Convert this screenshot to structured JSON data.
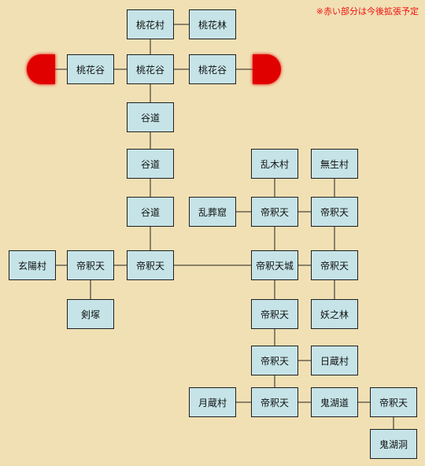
{
  "note": "※赤い部分は今後拡張予定",
  "nodes": [
    {
      "id": "n01",
      "label": "桃花村",
      "col": 2,
      "row": 0
    },
    {
      "id": "n02",
      "label": "桃花林",
      "col": 3,
      "row": 0
    },
    {
      "id": "n03",
      "label": "桃花谷",
      "col": 1,
      "row": 1
    },
    {
      "id": "n04",
      "label": "桃花谷",
      "col": 2,
      "row": 1
    },
    {
      "id": "n05",
      "label": "桃花谷",
      "col": 3,
      "row": 1
    },
    {
      "id": "n06",
      "label": "谷道",
      "col": 2,
      "row": 2
    },
    {
      "id": "n07",
      "label": "谷道",
      "col": 2,
      "row": 3
    },
    {
      "id": "n08",
      "label": "乱木村",
      "col": 4,
      "row": 3
    },
    {
      "id": "n09",
      "label": "無生村",
      "col": 5,
      "row": 3
    },
    {
      "id": "n10",
      "label": "谷道",
      "col": 2,
      "row": 4
    },
    {
      "id": "n11",
      "label": "乱葬窟",
      "col": 3,
      "row": 4
    },
    {
      "id": "n12",
      "label": "帝釈天",
      "col": 4,
      "row": 4
    },
    {
      "id": "n13",
      "label": "帝釈天",
      "col": 5,
      "row": 4
    },
    {
      "id": "n14",
      "label": "玄陽村",
      "col": 0,
      "row": 5
    },
    {
      "id": "n15",
      "label": "帝釈天",
      "col": 1,
      "row": 5
    },
    {
      "id": "n16",
      "label": "帝釈天",
      "col": 2,
      "row": 5
    },
    {
      "id": "n17",
      "label": "帝釈天城",
      "col": 4,
      "row": 5
    },
    {
      "id": "n18",
      "label": "帝釈天",
      "col": 5,
      "row": 5
    },
    {
      "id": "n19",
      "label": "剣塚",
      "col": 1,
      "row": 6
    },
    {
      "id": "n20",
      "label": "帝釈天",
      "col": 4,
      "row": 6
    },
    {
      "id": "n21",
      "label": "妖之林",
      "col": 5,
      "row": 6
    },
    {
      "id": "n22",
      "label": "帝釈天",
      "col": 4,
      "row": 7
    },
    {
      "id": "n23",
      "label": "日蔵村",
      "col": 5,
      "row": 7
    },
    {
      "id": "n24",
      "label": "月蔵村",
      "col": 3,
      "row": 8
    },
    {
      "id": "n25",
      "label": "帝釈天",
      "col": 4,
      "row": 8
    },
    {
      "id": "n26",
      "label": "鬼湖道",
      "col": 5,
      "row": 8
    },
    {
      "id": "n27",
      "label": "帝釈天",
      "col": 6,
      "row": 8
    },
    {
      "id": "n28",
      "label": "鬼湖洞",
      "col": 6,
      "row": 9
    }
  ],
  "expansion_areas": [
    {
      "id": "red-left",
      "side": "left",
      "attached_to": "n03"
    },
    {
      "id": "red-right",
      "side": "right",
      "attached_to": "n05"
    }
  ],
  "links": [
    [
      "n01",
      "n02"
    ],
    [
      "n01",
      "n04"
    ],
    [
      "red-left",
      "n03"
    ],
    [
      "n03",
      "n04"
    ],
    [
      "n04",
      "n05"
    ],
    [
      "n05",
      "red-right"
    ],
    [
      "n04",
      "n06"
    ],
    [
      "n06",
      "n07"
    ],
    [
      "n07",
      "n10"
    ],
    [
      "n10",
      "n16"
    ],
    [
      "n08",
      "n12"
    ],
    [
      "n09",
      "n13"
    ],
    [
      "n11",
      "n12"
    ],
    [
      "n12",
      "n13"
    ],
    [
      "n14",
      "n15"
    ],
    [
      "n15",
      "n16"
    ],
    [
      "n16",
      "n17"
    ],
    [
      "n17",
      "n18"
    ],
    [
      "n12",
      "n17"
    ],
    [
      "n13",
      "n18"
    ],
    [
      "n15",
      "n19"
    ],
    [
      "n17",
      "n20"
    ],
    [
      "n18",
      "n21"
    ],
    [
      "n20",
      "n22"
    ],
    [
      "n22",
      "n23"
    ],
    [
      "n22",
      "n25"
    ],
    [
      "n24",
      "n25"
    ],
    [
      "n25",
      "n26"
    ],
    [
      "n26",
      "n27"
    ],
    [
      "n27",
      "n28"
    ]
  ],
  "colors": {
    "background": "#f1e0b4",
    "node": "#c6e4e8",
    "expansion": "#e10000",
    "note": "#ee1111"
  }
}
